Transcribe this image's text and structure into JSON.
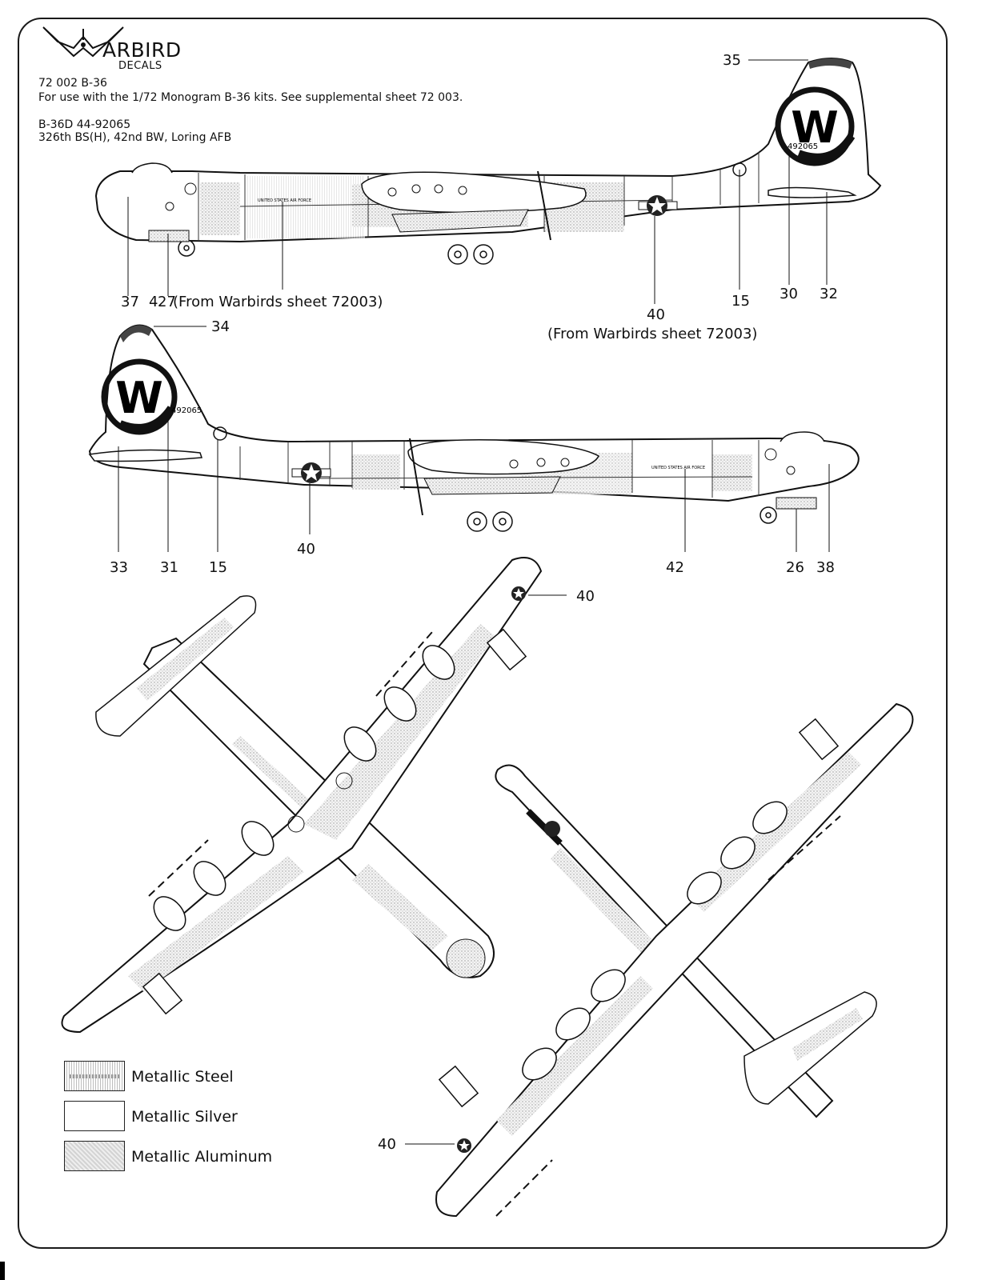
{
  "logo": {
    "text": "ARBIRD",
    "sub": "DECALS"
  },
  "header": {
    "line1": "72 002 B-36",
    "line2": "For use with the 1/72 Monogram B-36 kits.  See supplemental sheet 72 003.",
    "line3": "B-36D 44-92065",
    "line4": "326th BS(H), 42nd BW, Loring AFB"
  },
  "markings": {
    "tail_letter": "W",
    "serial": "492065",
    "fuselage_text": "UNITED STATES AIR FORCE"
  },
  "callouts_side1": {
    "c35": "35",
    "c37": "37",
    "c4": "4",
    "c27": "27",
    "from1": "(From Warbirds sheet 72003)",
    "c40": "40",
    "from2": "(From Warbirds sheet 72003)",
    "c15": "15",
    "c30": "30",
    "c32": "32"
  },
  "callouts_side2": {
    "c34": "34",
    "c33": "33",
    "c31": "31",
    "c15": "15",
    "c40": "40",
    "c42": "42",
    "c26": "26",
    "c38": "38"
  },
  "callouts_plan": {
    "top_40": "40",
    "bottom_40": "40"
  },
  "legend": [
    {
      "label": "Metallic Steel"
    },
    {
      "label": "Metallic Silver"
    },
    {
      "label": "Metallic Aluminum"
    }
  ]
}
